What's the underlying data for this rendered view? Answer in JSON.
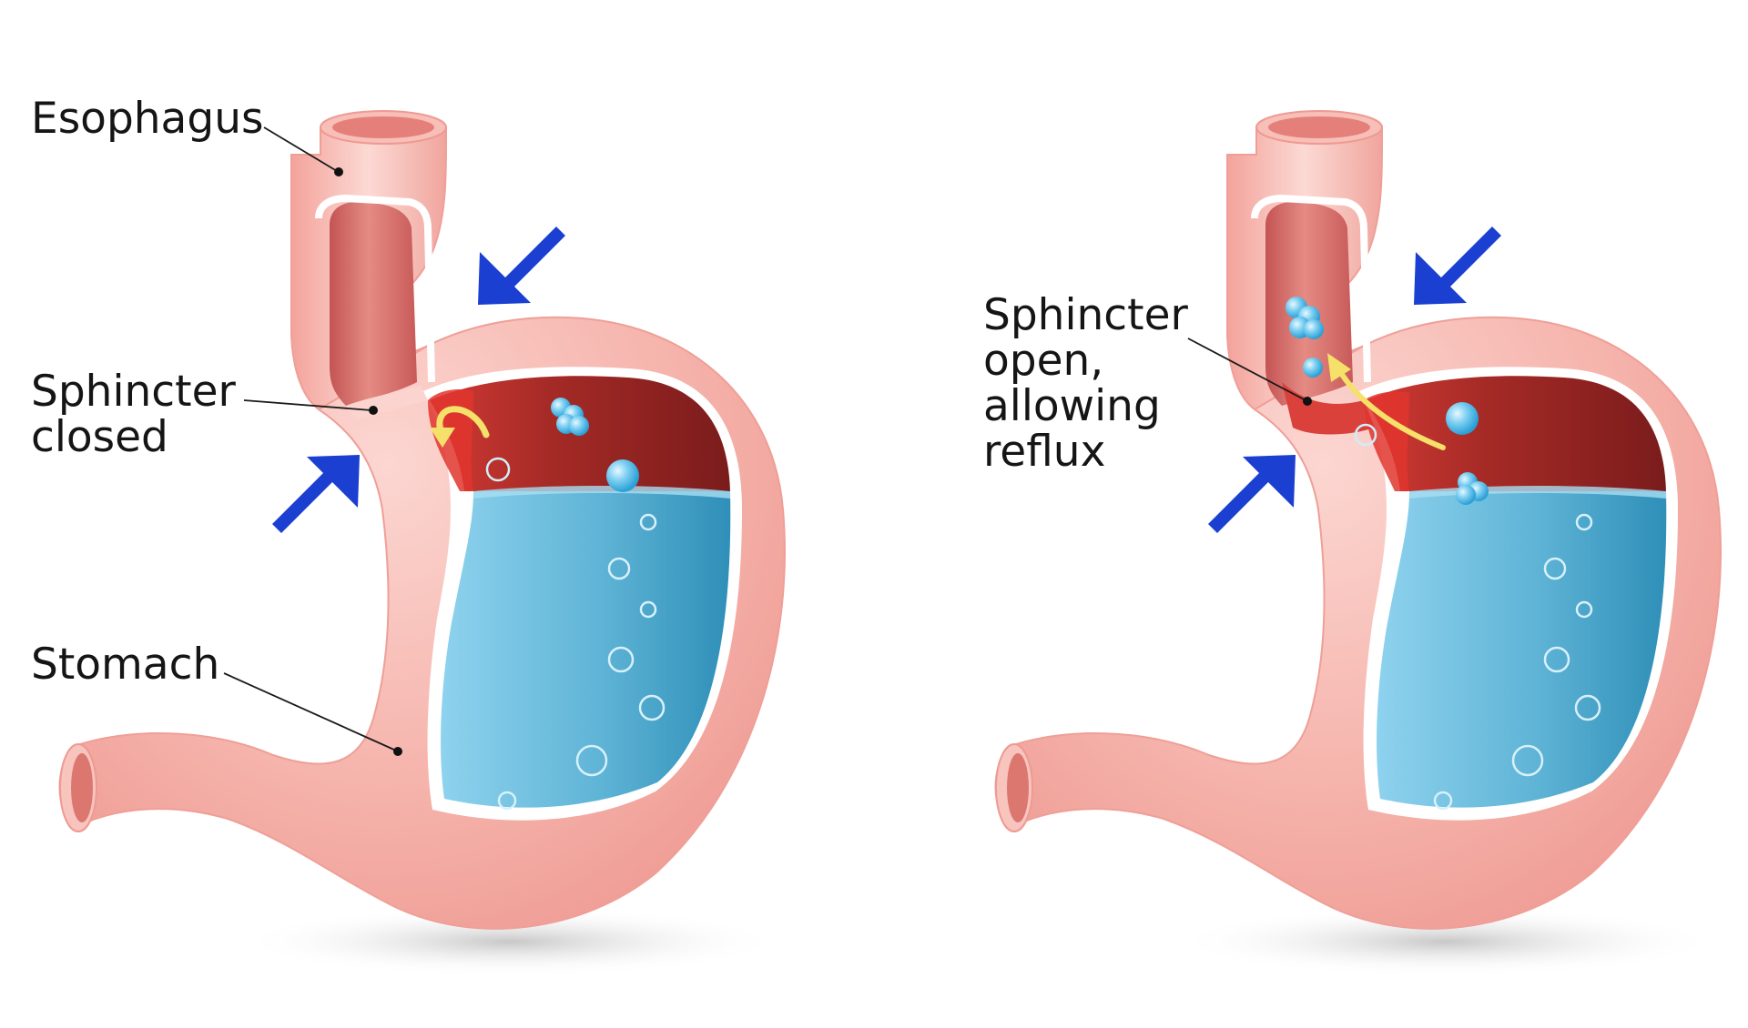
{
  "labels": {
    "esophagus": "Esophagus",
    "sphincter_closed_line1": "Sphincter",
    "sphincter_closed_line2": "closed",
    "stomach": "Stomach",
    "sphincter_open_line1": "Sphincter",
    "sphincter_open_line2": "open,",
    "sphincter_open_line3": "allowing",
    "sphincter_open_line4": "reflux"
  },
  "colors": {
    "stomach_wall": "#f5a9a2",
    "stomach_wall_light": "#fcd6d1",
    "acid": "#5fb4d6",
    "acid_dark": "#2f8fb8",
    "gas_cavity": "#8a2020",
    "arrow": "#1a3fd1",
    "reflux_arrow": "#f5e06a"
  },
  "icons": {
    "pressure_arrow": "blue-arrow-icon",
    "bubble": "bubble-icon",
    "reflux_arrow": "yellow-arrow-icon"
  }
}
